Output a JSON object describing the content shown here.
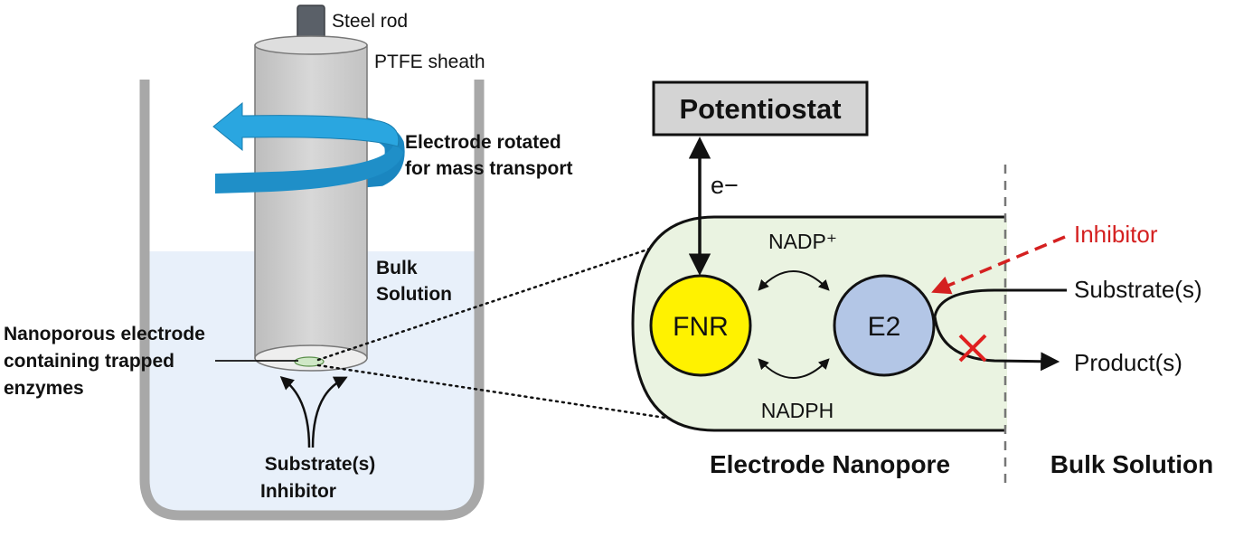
{
  "labels": {
    "steel_rod": "Steel rod",
    "ptfe_sheath": "PTFE sheath",
    "rotation_line1": "Electrode rotated",
    "rotation_line2": "for mass transport",
    "bulk_line1": "Bulk",
    "bulk_line2": "Solution",
    "electrode_line1": "Nanoporous electrode",
    "electrode_line2": "containing trapped",
    "electrode_line3": "enzymes",
    "inflow_line1": "Substrate(s)",
    "inflow_line2": "Inhibitor",
    "potentiostat": "Potentiostat",
    "electron": "e−",
    "nadp_plus": "NADP⁺",
    "nadph": "NADPH",
    "fnr": "FNR",
    "e2": "E2",
    "inhibitor": "Inhibitor",
    "substrates": "Substrate(s)",
    "products": "Product(s)",
    "electrode_nanopore": "Electrode Nanopore",
    "bulk_solution": "Bulk Solution"
  },
  "colors": {
    "beaker": "#a8a8a8",
    "solution": "#e8f0fa",
    "rod": "#5a6068",
    "sheath": "#cfcfcf",
    "rotation_arrow": "#2a9fd8",
    "pore_fill": "#eaf3e1",
    "fnr": "#fff200",
    "e2": "#b3c6e6",
    "inhibitor": "#d42020",
    "block_x": "#e02020",
    "potentiostat_box": "#d4d4d4"
  }
}
